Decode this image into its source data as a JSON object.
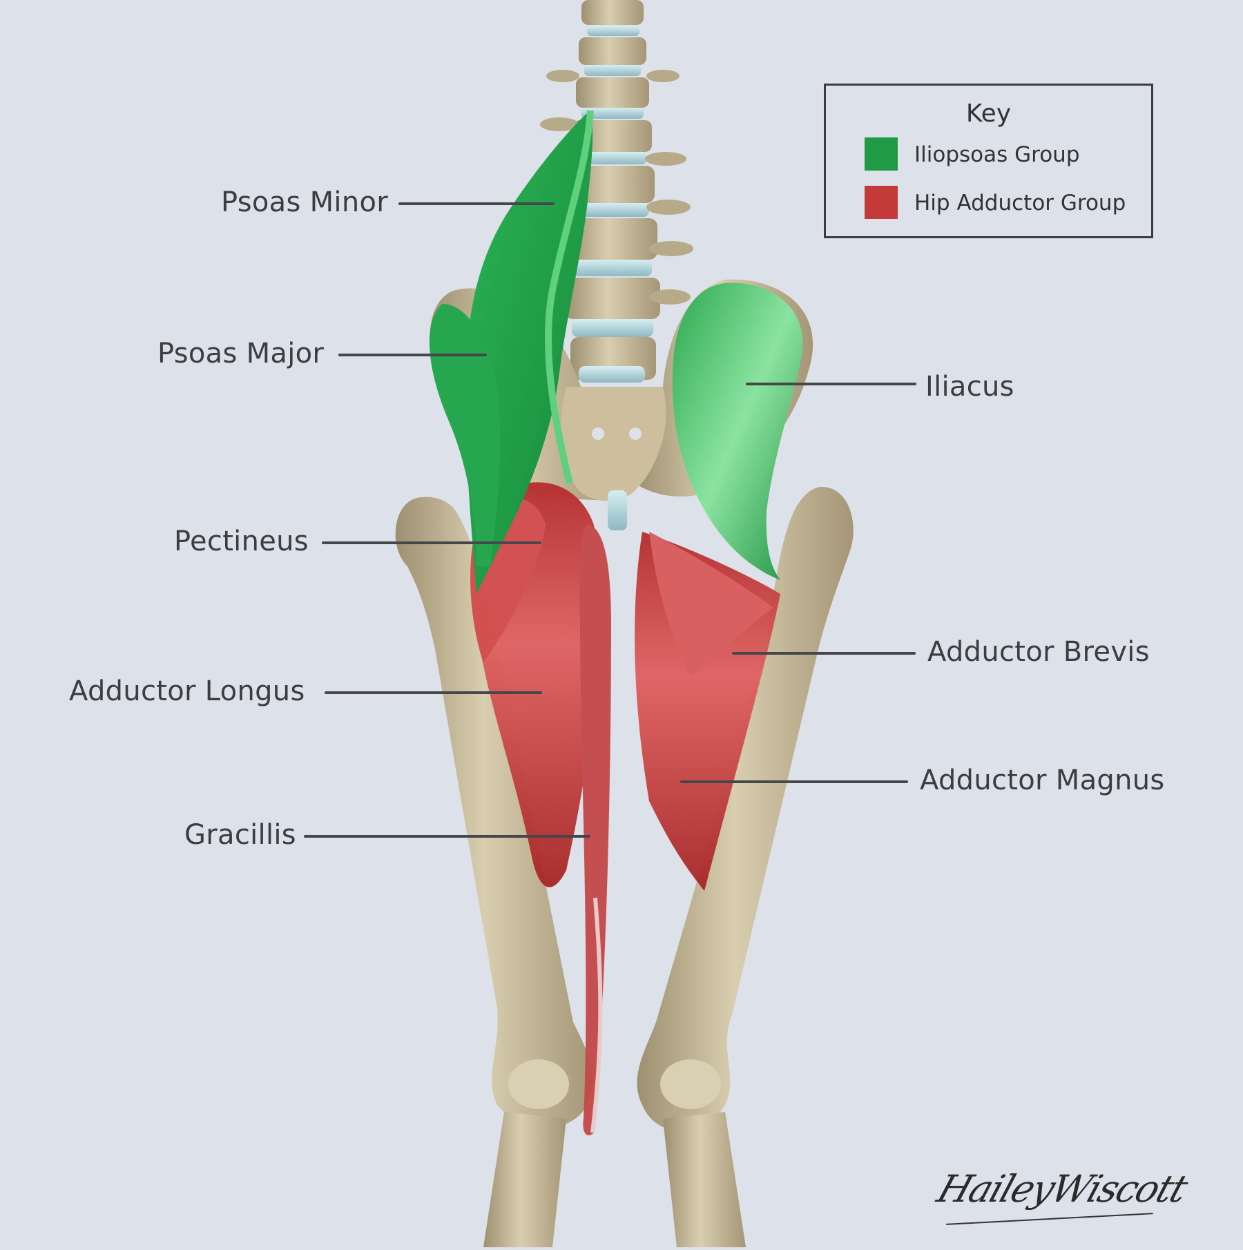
{
  "legend": {
    "title": "Key",
    "items": [
      {
        "label": "Iliopsoas Group",
        "color": "#1f9a45"
      },
      {
        "label": "Hip Adductor Group",
        "color": "#c33a38"
      }
    ]
  },
  "labels": {
    "psoas_minor": "Psoas Minor",
    "psoas_major": "Psoas Major",
    "iliacus": "Iliacus",
    "pectineus": "Pectineus",
    "adductor_brevis": "Adductor Brevis",
    "adductor_longus": "Adductor Longus",
    "adductor_magnus": "Adductor Magnus",
    "gracilis": "Gracillis"
  },
  "signature": "HaileyWiscott",
  "colors": {
    "background": "#dde1e9",
    "bone": "#c9bc9a",
    "disc": "#a9ccd4",
    "iliopsoas": "#1f9a45",
    "adductor": "#c33a38"
  }
}
